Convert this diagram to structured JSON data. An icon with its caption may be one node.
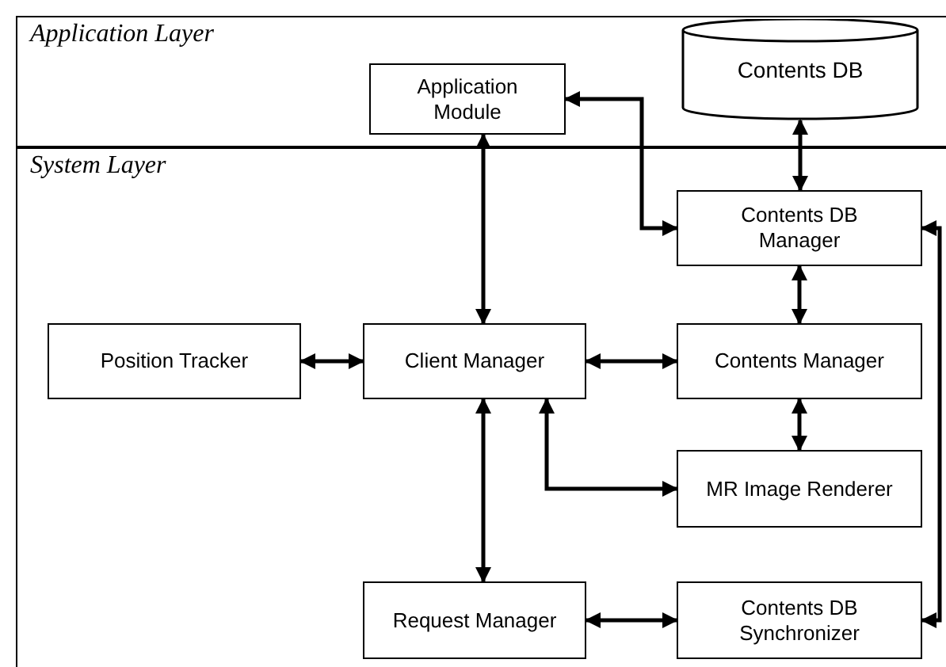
{
  "diagram": {
    "nodes": [
      {
        "text": [
          "Application Layer"
        ]
      },
      {
        "text": [
          "Application Module"
        ],
        "in": 0
      },
      {
        "text": [
          "Contents DB"
        ],
        "in": 0
      },
      {
        "text": [
          "System Layer"
        ]
      },
      {
        "text": [
          "Contents DB Manager"
        ],
        "in": 3
      },
      {
        "text": [
          "Position Tracker"
        ],
        "in": 3
      },
      {
        "text": [
          "Client Manager"
        ],
        "in": 3
      },
      {
        "text": [
          "Contents Manager"
        ],
        "in": 3
      },
      {
        "text": [
          "MR Image Renderer"
        ],
        "in": 3
      },
      {
        "text": [
          "Request Manager"
        ],
        "in": 3
      },
      {
        "text": [
          "Contents DB Synchronizer"
        ],
        "in": 3
      }
    ],
    "edges": [
      {
        "from": 1,
        "to": 6,
        "arrow": "both"
      },
      {
        "from": 1,
        "to": 4,
        "arrow": "both"
      },
      {
        "from": 2,
        "to": 4,
        "arrow": "both"
      },
      {
        "from": 4,
        "to": 7,
        "arrow": "both"
      },
      {
        "from": 5,
        "to": 6,
        "arrow": "both"
      },
      {
        "from": 6,
        "to": 7,
        "arrow": "both"
      },
      {
        "from": 7,
        "to": 8,
        "arrow": "both"
      },
      {
        "from": 6,
        "to": 8,
        "arrow": "both"
      },
      {
        "from": 6,
        "to": 9,
        "arrow": "both"
      },
      {
        "from": 9,
        "to": 10,
        "arrow": "both"
      },
      {
        "from": 4,
        "to": 10,
        "arrow": "both"
      }
    ]
  }
}
